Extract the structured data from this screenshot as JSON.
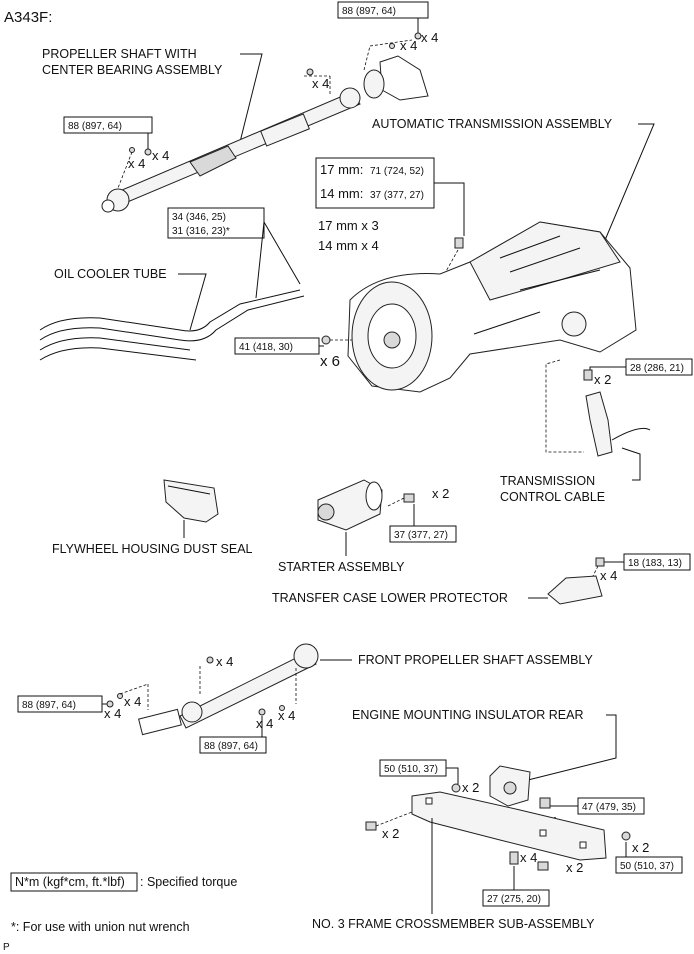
{
  "diagram_id": "A343F:",
  "page_mark": "P",
  "parts": {
    "propeller_shaft": "PROPELLER SHAFT WITH",
    "propeller_shaft_2": "CENTER BEARING ASSEMBLY",
    "auto_trans": "AUTOMATIC TRANSMISSION ASSEMBLY",
    "oil_cooler": "OIL COOLER TUBE",
    "trans_cable": "TRANSMISSION",
    "trans_cable_2": "CONTROL CABLE",
    "dust_seal": "FLYWHEEL HOUSING DUST SEAL",
    "starter": "STARTER ASSEMBLY",
    "transfer_protector": "TRANSFER CASE LOWER PROTECTOR",
    "front_shaft": "FRONT PROPELLER SHAFT ASSEMBLY",
    "engine_mount": "ENGINE MOUNTING INSULATOR REAR",
    "crossmember": "NO. 3 FRAME CROSSMEMBER SUB-ASSEMBLY"
  },
  "torques": {
    "t_top": "88 (897, 64)",
    "t_left_shaft": "88 (897, 64)",
    "t_oil_1": "34 (346, 25)",
    "t_oil_2": "31 (316, 23)*",
    "t_17mm_label": "17 mm:",
    "t_17mm_val": "71 (724, 52)",
    "t_14mm_label": "14 mm:",
    "t_14mm_val": "37 (377, 27)",
    "t_41": "41 (418, 30)",
    "t_28": "28 (286, 21)",
    "t_starter": "37 (377, 27)",
    "t_18": "18 (183, 13)",
    "t_front_left": "88 (897, 64)",
    "t_front_mid": "88 (897, 64)",
    "t_50a": "50 (510, 37)",
    "t_47": "47 (479, 35)",
    "t_50b": "50 (510, 37)",
    "t_27": "27 (275, 20)"
  },
  "qty": {
    "x4": "x 4",
    "x2": "x 2",
    "x6": "x 6",
    "mm17": "17 mm x 3",
    "mm14": "14 mm x 4"
  },
  "legend": {
    "unit": "N*m (kgf*cm, ft.*lbf)",
    "unit_desc": ": Specified torque",
    "footnote": "*: For use with union nut wrench"
  }
}
